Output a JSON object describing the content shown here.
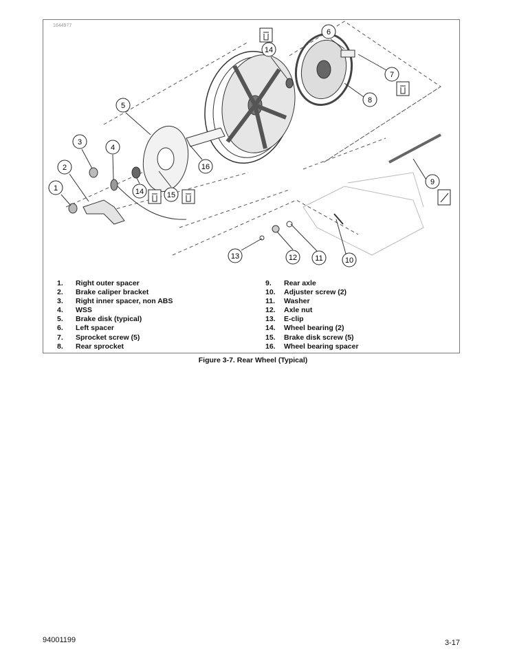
{
  "figure": {
    "id_label": "1644977",
    "callouts": [
      "1",
      "2",
      "3",
      "4",
      "5",
      "6",
      "7",
      "8",
      "9",
      "10",
      "11",
      "12",
      "13",
      "14",
      "14",
      "15",
      "16"
    ],
    "legend_left": [
      {
        "num": "1.",
        "label": "Right outer spacer"
      },
      {
        "num": "2.",
        "label": "Brake caliper bracket"
      },
      {
        "num": "3.",
        "label": "Right inner spacer, non ABS"
      },
      {
        "num": "4.",
        "label": "WSS"
      },
      {
        "num": "5.",
        "label": "Brake disk (typical)"
      },
      {
        "num": "6.",
        "label": "Left spacer"
      },
      {
        "num": "7.",
        "label": "Sprocket screw (5)"
      },
      {
        "num": "8.",
        "label": "Rear sprocket"
      }
    ],
    "legend_right": [
      {
        "num": "9.",
        "label": "Rear axle"
      },
      {
        "num": "10.",
        "label": "Adjuster screw (2)"
      },
      {
        "num": "11.",
        "label": "Washer"
      },
      {
        "num": "12.",
        "label": "Axle nut"
      },
      {
        "num": "13.",
        "label": "E-clip"
      },
      {
        "num": "14.",
        "label": "Wheel bearing (2)"
      },
      {
        "num": "15.",
        "label": "Brake disk screw (5)"
      },
      {
        "num": "16.",
        "label": "Wheel bearing spacer"
      }
    ],
    "caption": "Figure 3-7. Rear Wheel (Typical)"
  },
  "footer": {
    "doc_number": "94001199",
    "page_number": "3-17"
  }
}
